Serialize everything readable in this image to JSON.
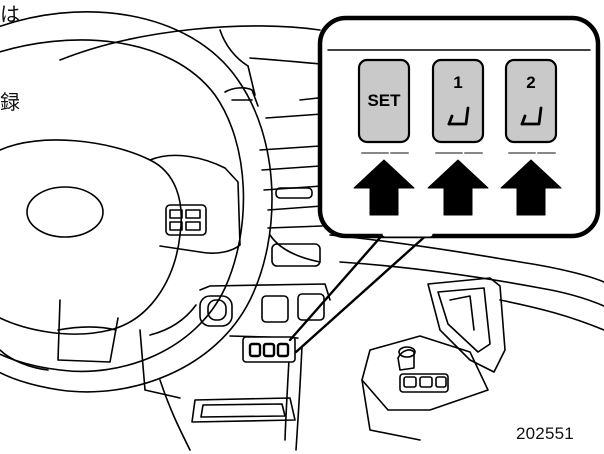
{
  "page_text": {
    "stray_top": "は",
    "stray_mid": "録"
  },
  "callout": {
    "buttons": [
      {
        "label": "SET",
        "icon": "none"
      },
      {
        "label": "1",
        "icon": "seat-icon"
      },
      {
        "label": "2",
        "icon": "seat-icon"
      }
    ]
  },
  "figure_id": "202551",
  "colors": {
    "button_fill": "#c9c9c9",
    "line": "#000000",
    "background": "#ffffff"
  }
}
